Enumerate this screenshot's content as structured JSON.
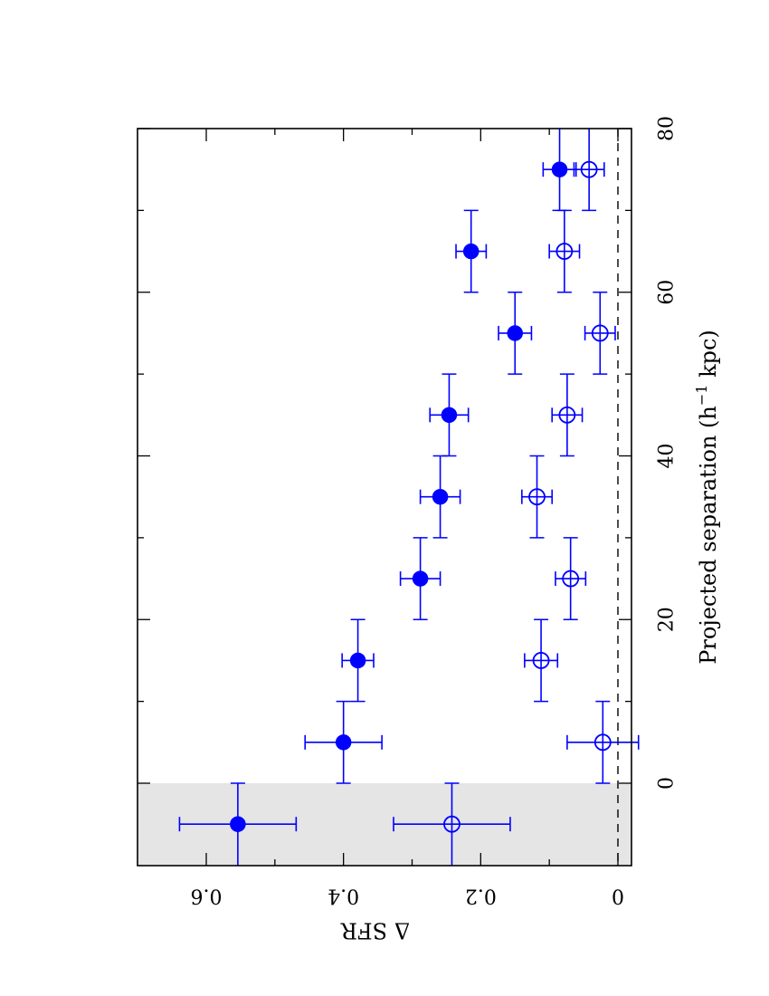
{
  "figure": {
    "orientation": "rotated-90-clockwise",
    "colors": {
      "points": "#0000ff",
      "shade": "#e5e5e5",
      "axes": "#000000"
    }
  },
  "chart_data": {
    "type": "scatter",
    "title": "",
    "xlabel": "Projected separation (h⁻¹ kpc)",
    "xlabel_parts": {
      "main": "Projected separation (h",
      "sup": "−1",
      "tail": " kpc)"
    },
    "ylabel": "Δ SFR",
    "xlim": [
      -10,
      80
    ],
    "ylim": [
      -0.02,
      0.7
    ],
    "x_ticks": [
      0,
      20,
      40,
      60,
      80
    ],
    "x_tick_labels": [
      "0",
      "20",
      "40",
      "60",
      "80"
    ],
    "x_minor_ticks": [
      10,
      30,
      50,
      70
    ],
    "y_ticks": [
      0,
      0.2,
      0.4,
      0.6
    ],
    "y_tick_labels": [
      "0",
      "0.2",
      "0.4",
      "0.6"
    ],
    "y_minor_ticks": [
      0.1,
      0.3,
      0.5
    ],
    "shaded_region": {
      "x": [
        -10,
        0
      ],
      "color": "#e5e5e5"
    },
    "reference_line": {
      "y": 0,
      "style": "dashed"
    },
    "grid": false,
    "legend": null,
    "series": [
      {
        "name": "filled",
        "marker": "filled-circle",
        "color": "#0000ff",
        "points": [
          {
            "x": -5,
            "y": 0.554,
            "xerr": 5,
            "yerr": 0.085
          },
          {
            "x": 5,
            "y": 0.4,
            "xerr": 5,
            "yerr": 0.056
          },
          {
            "x": 15,
            "y": 0.379,
            "xerr": 5,
            "yerr": 0.023
          },
          {
            "x": 25,
            "y": 0.288,
            "xerr": 5,
            "yerr": 0.029
          },
          {
            "x": 35,
            "y": 0.259,
            "xerr": 5,
            "yerr": 0.029
          },
          {
            "x": 45,
            "y": 0.246,
            "xerr": 5,
            "yerr": 0.028
          },
          {
            "x": 55,
            "y": 0.15,
            "xerr": 5,
            "yerr": 0.024
          },
          {
            "x": 65,
            "y": 0.214,
            "xerr": 5,
            "yerr": 0.022
          },
          {
            "x": 75,
            "y": 0.085,
            "xerr": 5,
            "yerr": 0.024
          }
        ]
      },
      {
        "name": "open",
        "marker": "open-circle",
        "color": "#0000ff",
        "points": [
          {
            "x": -5,
            "y": 0.242,
            "xerr": 5,
            "yerr": 0.085
          },
          {
            "x": 5,
            "y": 0.022,
            "xerr": 5,
            "yerr": 0.052
          },
          {
            "x": 15,
            "y": 0.112,
            "xerr": 5,
            "yerr": 0.024
          },
          {
            "x": 25,
            "y": 0.069,
            "xerr": 5,
            "yerr": 0.022
          },
          {
            "x": 35,
            "y": 0.118,
            "xerr": 5,
            "yerr": 0.022
          },
          {
            "x": 45,
            "y": 0.074,
            "xerr": 5,
            "yerr": 0.022
          },
          {
            "x": 55,
            "y": 0.026,
            "xerr": 5,
            "yerr": 0.022
          },
          {
            "x": 65,
            "y": 0.078,
            "xerr": 5,
            "yerr": 0.022
          },
          {
            "x": 75,
            "y": 0.042,
            "xerr": 5,
            "yerr": 0.022
          }
        ]
      }
    ]
  }
}
